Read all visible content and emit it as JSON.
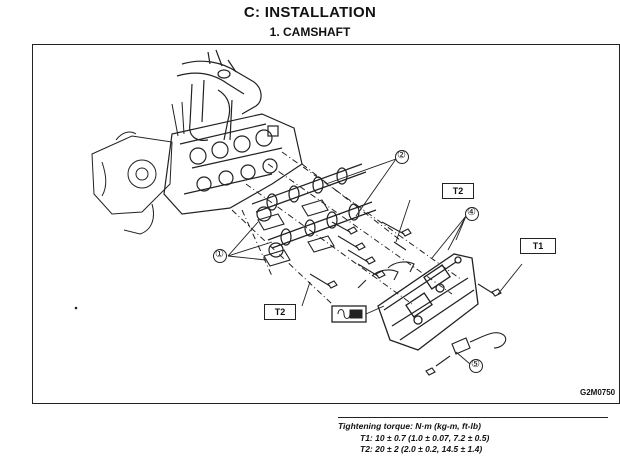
{
  "header": {
    "title": "C: INSTALLATION",
    "subtitle": "1. CAMSHAFT"
  },
  "figure": {
    "code": "G2M0750",
    "callouts": [
      "①",
      "②",
      "④",
      "⑤"
    ],
    "torque_labels": [
      "T2",
      "T1",
      "T2"
    ]
  },
  "torque_note": {
    "heading": "Tightening torque: N·m (kg-m, ft-lb)",
    "t1": "T1: 10 ± 0.7 (1.0 ± 0.07, 7.2 ± 0.5)",
    "t2": "T2: 20 ± 2 (2.0 ± 0.2, 14.5 ± 1.4)"
  }
}
